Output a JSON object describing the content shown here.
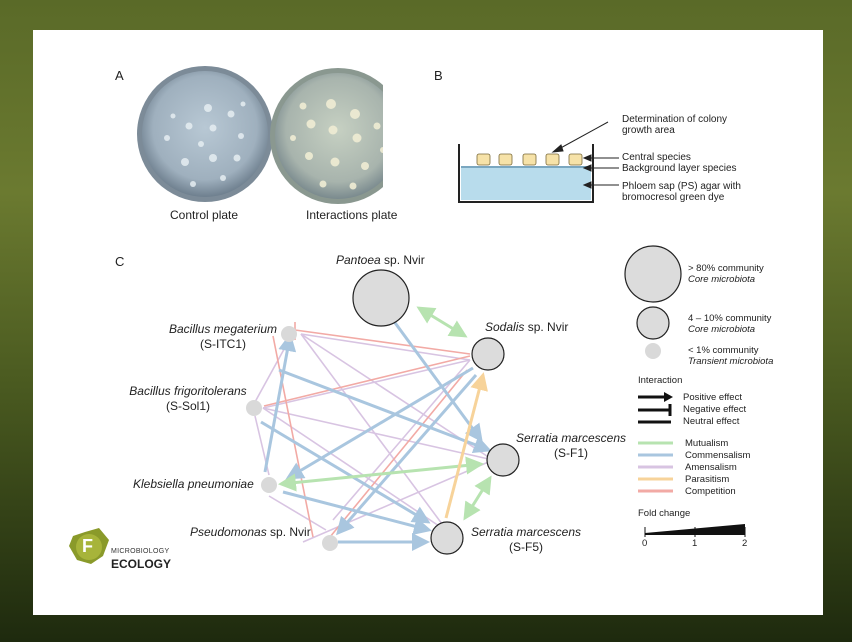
{
  "panels": {
    "a": "A",
    "b": "B",
    "c": "C"
  },
  "panel_a": {
    "control_label": "Control plate",
    "interactions_label": "Interactions plate"
  },
  "panel_b": {
    "label_colony": "Determination of colony",
    "label_colony2": "growth area",
    "label_central": "Central species",
    "label_background": "Background layer species",
    "label_ps": "Phloem sap (PS) agar with",
    "label_ps2": "bromocresol green dye"
  },
  "nodes": {
    "pantoea": {
      "name": "Pantoea",
      "suffix": " sp. Nvir"
    },
    "sodalis": {
      "name": "Sodalis",
      "suffix": " sp. Nvir"
    },
    "bmeg": {
      "name": "Bacillus megaterium",
      "strain": "(S-ITC1)"
    },
    "bfri": {
      "name": "Bacillus frigoritolerans",
      "strain": "(S-Sol1)"
    },
    "kleb": {
      "name": "Klebsiella pneumoniae"
    },
    "pseu": {
      "name": "Pseudomonas",
      "suffix": " sp. Nvir"
    },
    "sf1": {
      "name": "Serratia marcescens",
      "strain": "(S-F1)"
    },
    "sf5": {
      "name": "Serratia marcescens",
      "strain": "(S-F5)"
    }
  },
  "legend": {
    "size_large": "> 80% community",
    "size_large_sub": "Core microbiota",
    "size_mid": "4 – 10% community",
    "size_mid_sub": "Core microbiota",
    "size_small": "< 1% community",
    "size_small_sub": "Transient microbiota",
    "interaction_title": "Interaction",
    "positive": "Positive effect",
    "negative": "Negative effect",
    "neutral": "Neutral effect",
    "types": [
      {
        "label": "Mutualism",
        "color": "#b7e3b0"
      },
      {
        "label": "Commensalism",
        "color": "#a9c6df"
      },
      {
        "label": "Amensalism",
        "color": "#d8c4e2"
      },
      {
        "label": "Parasitism",
        "color": "#f7d39a"
      },
      {
        "label": "Competition",
        "color": "#f2aaa5"
      }
    ],
    "fold_title": "Fold change",
    "fold_ticks": [
      "0",
      "1",
      "2"
    ]
  },
  "logo": {
    "line1": "MICROBIOLOGY",
    "line2": "ECOLOGY",
    "letter": "F"
  }
}
